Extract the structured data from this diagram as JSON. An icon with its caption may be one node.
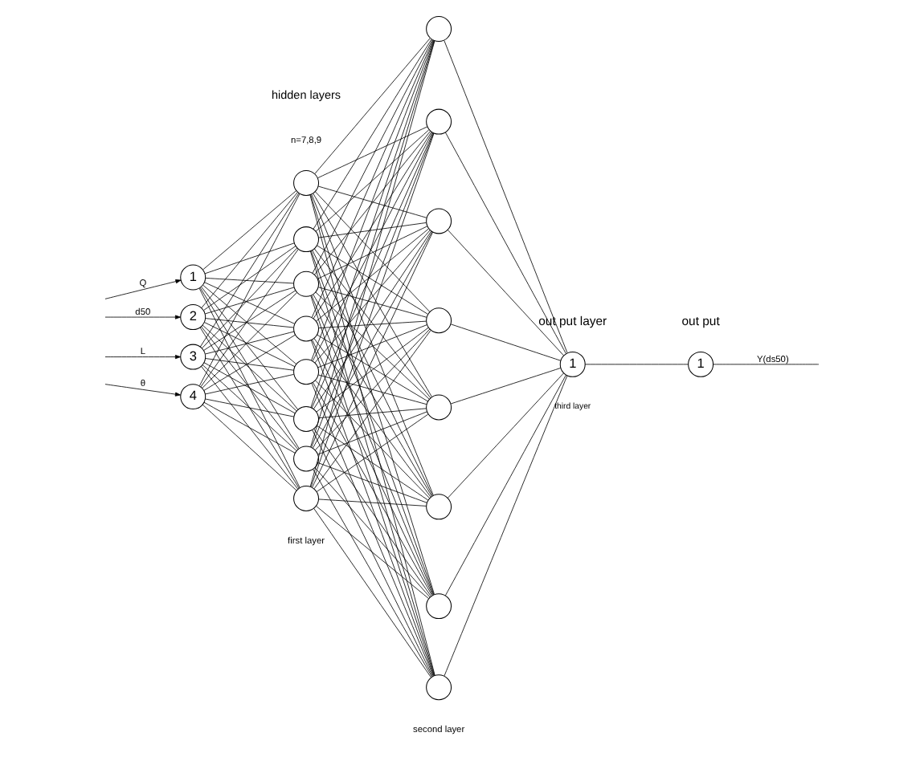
{
  "diagram": {
    "nodes": [
      {
        "text": [
          "1"
        ]
      },
      {
        "text": [
          "2"
        ]
      },
      {
        "text": [
          "3"
        ]
      },
      {
        "text": [
          "4"
        ]
      },
      {
        "text": [],
        "shape": "circle"
      },
      {
        "text": [],
        "shape": "circle"
      },
      {
        "text": [],
        "shape": "circle"
      },
      {
        "text": [],
        "shape": "circle"
      },
      {
        "text": [],
        "shape": "circle"
      },
      {
        "text": [],
        "shape": "circle"
      },
      {
        "text": [],
        "shape": "circle"
      },
      {
        "text": [],
        "shape": "circle"
      },
      {
        "text": [],
        "shape": "circle"
      },
      {
        "text": [],
        "shape": "circle"
      },
      {
        "text": [],
        "shape": "circle"
      },
      {
        "text": [],
        "shape": "circle"
      },
      {
        "text": [],
        "shape": "circle"
      },
      {
        "text": [],
        "shape": "circle"
      },
      {
        "text": [],
        "shape": "circle"
      },
      {
        "text": [],
        "shape": "circle"
      },
      {
        "text": [
          "1"
        ],
        "beside": [
          "out put layer",
          "third layer"
        ]
      },
      {
        "text": [
          "1"
        ],
        "beside": [
          "out put"
        ]
      }
    ],
    "edges": [
      {
        "from": null,
        "to": 0,
        "arrow": "to",
        "label": "Q"
      },
      {
        "from": null,
        "to": 1,
        "arrow": "to",
        "label": "d50"
      },
      {
        "from": null,
        "to": 2,
        "arrow": "to",
        "label": "L"
      },
      {
        "from": null,
        "to": 3,
        "arrow": "to",
        "label": "θ"
      },
      {
        "from": 0,
        "to": 4,
        "arrow": "none"
      },
      {
        "from": 0,
        "to": 5,
        "arrow": "none"
      },
      {
        "from": 0,
        "to": 6,
        "arrow": "none"
      },
      {
        "from": 0,
        "to": 7,
        "arrow": "none"
      },
      {
        "from": 0,
        "to": 8,
        "arrow": "none"
      },
      {
        "from": 0,
        "to": 9,
        "arrow": "none"
      },
      {
        "from": 0,
        "to": 10,
        "arrow": "none"
      },
      {
        "from": 0,
        "to": 11,
        "arrow": "none"
      },
      {
        "from": 1,
        "to": 4,
        "arrow": "none"
      },
      {
        "from": 1,
        "to": 5,
        "arrow": "none"
      },
      {
        "from": 1,
        "to": 6,
        "arrow": "none"
      },
      {
        "from": 1,
        "to": 7,
        "arrow": "none"
      },
      {
        "from": 1,
        "to": 8,
        "arrow": "none"
      },
      {
        "from": 1,
        "to": 9,
        "arrow": "none"
      },
      {
        "from": 1,
        "to": 10,
        "arrow": "none"
      },
      {
        "from": 1,
        "to": 11,
        "arrow": "none"
      },
      {
        "from": 2,
        "to": 4,
        "arrow": "none"
      },
      {
        "from": 2,
        "to": 5,
        "arrow": "none"
      },
      {
        "from": 2,
        "to": 6,
        "arrow": "none"
      },
      {
        "from": 2,
        "to": 7,
        "arrow": "none"
      },
      {
        "from": 2,
        "to": 8,
        "arrow": "none"
      },
      {
        "from": 2,
        "to": 9,
        "arrow": "none"
      },
      {
        "from": 2,
        "to": 10,
        "arrow": "none"
      },
      {
        "from": 2,
        "to": 11,
        "arrow": "none"
      },
      {
        "from": 3,
        "to": 4,
        "arrow": "none"
      },
      {
        "from": 3,
        "to": 5,
        "arrow": "none"
      },
      {
        "from": 3,
        "to": 6,
        "arrow": "none"
      },
      {
        "from": 3,
        "to": 7,
        "arrow": "none"
      },
      {
        "from": 3,
        "to": 8,
        "arrow": "none"
      },
      {
        "from": 3,
        "to": 9,
        "arrow": "none"
      },
      {
        "from": 3,
        "to": 10,
        "arrow": "none"
      },
      {
        "from": 3,
        "to": 11,
        "arrow": "none"
      },
      {
        "from": 4,
        "to": 12,
        "arrow": "none"
      },
      {
        "from": 4,
        "to": 13,
        "arrow": "none"
      },
      {
        "from": 4,
        "to": 14,
        "arrow": "none"
      },
      {
        "from": 4,
        "to": 15,
        "arrow": "none"
      },
      {
        "from": 4,
        "to": 16,
        "arrow": "none"
      },
      {
        "from": 4,
        "to": 17,
        "arrow": "none"
      },
      {
        "from": 4,
        "to": 18,
        "arrow": "none"
      },
      {
        "from": 4,
        "to": 19,
        "arrow": "none"
      },
      {
        "from": 5,
        "to": 12,
        "arrow": "none"
      },
      {
        "from": 5,
        "to": 13,
        "arrow": "none"
      },
      {
        "from": 5,
        "to": 14,
        "arrow": "none"
      },
      {
        "from": 5,
        "to": 15,
        "arrow": "none"
      },
      {
        "from": 5,
        "to": 16,
        "arrow": "none"
      },
      {
        "from": 5,
        "to": 17,
        "arrow": "none"
      },
      {
        "from": 5,
        "to": 18,
        "arrow": "none"
      },
      {
        "from": 5,
        "to": 19,
        "arrow": "none"
      },
      {
        "from": 6,
        "to": 12,
        "arrow": "none"
      },
      {
        "from": 6,
        "to": 13,
        "arrow": "none"
      },
      {
        "from": 6,
        "to": 14,
        "arrow": "none"
      },
      {
        "from": 6,
        "to": 15,
        "arrow": "none"
      },
      {
        "from": 6,
        "to": 16,
        "arrow": "none"
      },
      {
        "from": 6,
        "to": 17,
        "arrow": "none"
      },
      {
        "from": 6,
        "to": 18,
        "arrow": "none"
      },
      {
        "from": 6,
        "to": 19,
        "arrow": "none"
      },
      {
        "from": 7,
        "to": 12,
        "arrow": "none"
      },
      {
        "from": 7,
        "to": 13,
        "arrow": "none"
      },
      {
        "from": 7,
        "to": 14,
        "arrow": "none"
      },
      {
        "from": 7,
        "to": 15,
        "arrow": "none"
      },
      {
        "from": 7,
        "to": 16,
        "arrow": "none"
      },
      {
        "from": 7,
        "to": 17,
        "arrow": "none"
      },
      {
        "from": 7,
        "to": 18,
        "arrow": "none"
      },
      {
        "from": 7,
        "to": 19,
        "arrow": "none"
      },
      {
        "from": 8,
        "to": 12,
        "arrow": "none"
      },
      {
        "from": 8,
        "to": 13,
        "arrow": "none"
      },
      {
        "from": 8,
        "to": 14,
        "arrow": "none"
      },
      {
        "from": 8,
        "to": 15,
        "arrow": "none"
      },
      {
        "from": 8,
        "to": 16,
        "arrow": "none"
      },
      {
        "from": 8,
        "to": 17,
        "arrow": "none"
      },
      {
        "from": 8,
        "to": 18,
        "arrow": "none"
      },
      {
        "from": 8,
        "to": 19,
        "arrow": "none"
      },
      {
        "from": 9,
        "to": 12,
        "arrow": "none"
      },
      {
        "from": 9,
        "to": 13,
        "arrow": "none"
      },
      {
        "from": 9,
        "to": 14,
        "arrow": "none"
      },
      {
        "from": 9,
        "to": 15,
        "arrow": "none"
      },
      {
        "from": 9,
        "to": 16,
        "arrow": "none"
      },
      {
        "from": 9,
        "to": 17,
        "arrow": "none"
      },
      {
        "from": 9,
        "to": 18,
        "arrow": "none"
      },
      {
        "from": 9,
        "to": 19,
        "arrow": "none"
      },
      {
        "from": 10,
        "to": 12,
        "arrow": "none"
      },
      {
        "from": 10,
        "to": 13,
        "arrow": "none"
      },
      {
        "from": 10,
        "to": 14,
        "arrow": "none"
      },
      {
        "from": 10,
        "to": 15,
        "arrow": "none"
      },
      {
        "from": 10,
        "to": 16,
        "arrow": "none"
      },
      {
        "from": 10,
        "to": 17,
        "arrow": "none"
      },
      {
        "from": 10,
        "to": 18,
        "arrow": "none"
      },
      {
        "from": 10,
        "to": 19,
        "arrow": "none"
      },
      {
        "from": 11,
        "to": 12,
        "arrow": "none"
      },
      {
        "from": 11,
        "to": 13,
        "arrow": "none"
      },
      {
        "from": 11,
        "to": 14,
        "arrow": "none"
      },
      {
        "from": 11,
        "to": 15,
        "arrow": "none"
      },
      {
        "from": 11,
        "to": 16,
        "arrow": "none"
      },
      {
        "from": 11,
        "to": 17,
        "arrow": "none"
      },
      {
        "from": 11,
        "to": 18,
        "arrow": "none"
      },
      {
        "from": 11,
        "to": 19,
        "arrow": "none"
      },
      {
        "from": 12,
        "to": 20,
        "arrow": "none"
      },
      {
        "from": 13,
        "to": 20,
        "arrow": "none"
      },
      {
        "from": 14,
        "to": 20,
        "arrow": "none"
      },
      {
        "from": 15,
        "to": 20,
        "arrow": "none"
      },
      {
        "from": 16,
        "to": 20,
        "arrow": "none"
      },
      {
        "from": 17,
        "to": 20,
        "arrow": "none"
      },
      {
        "from": 18,
        "to": 20,
        "arrow": "none"
      },
      {
        "from": 19,
        "to": 20,
        "arrow": "none"
      },
      {
        "from": 20,
        "to": 21,
        "arrow": "none"
      },
      {
        "from": 21,
        "to": null,
        "arrow": "none",
        "label": "Y(ds50)"
      }
    ],
    "labels": [
      "hidden layers",
      "n=7,8,9",
      "first layer",
      "second layer"
    ]
  }
}
